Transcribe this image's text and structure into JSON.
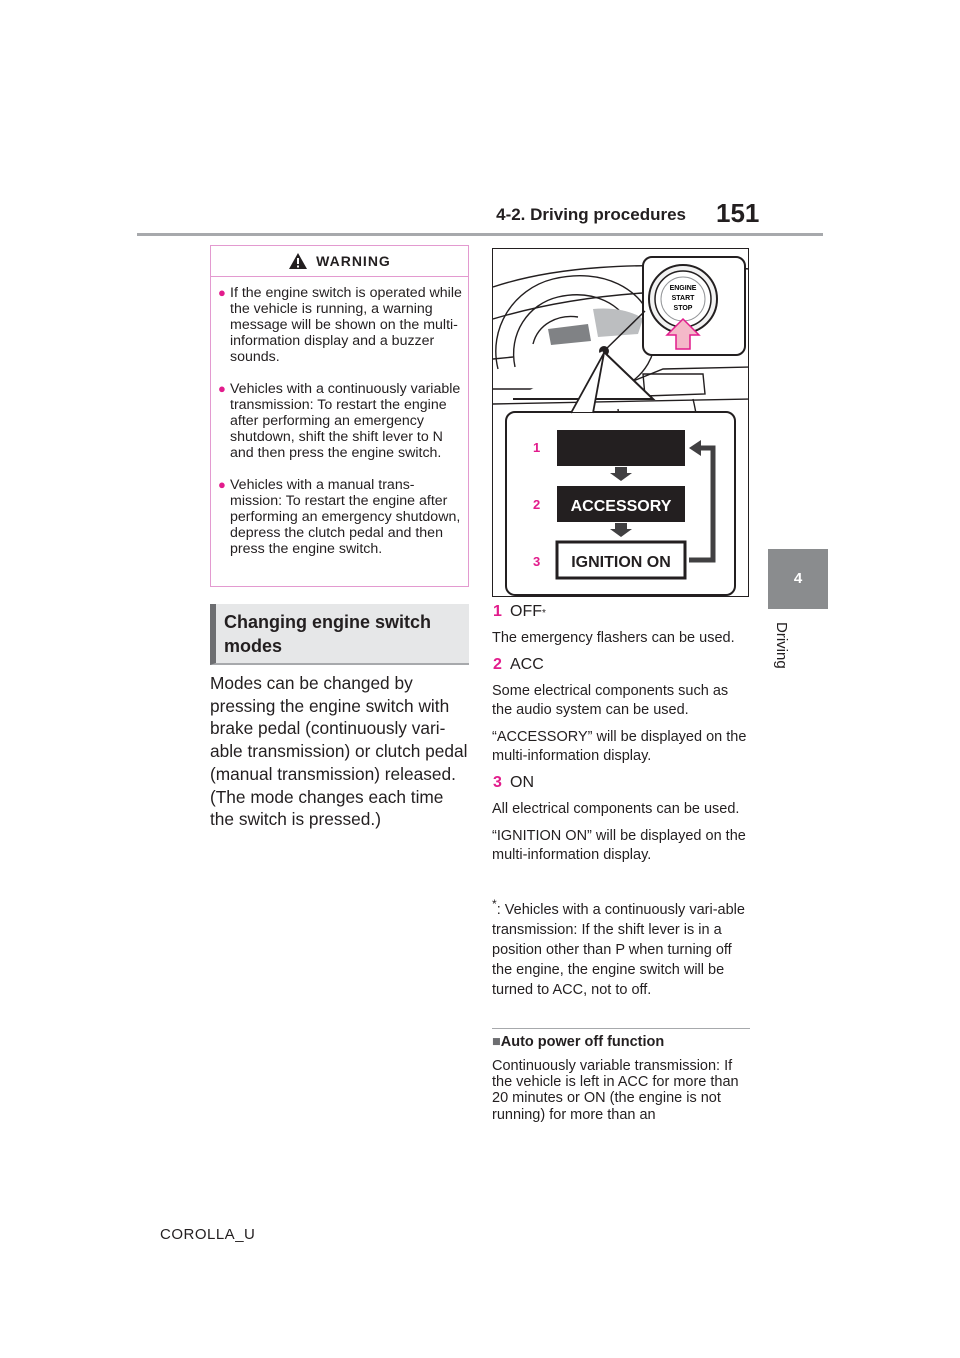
{
  "header": {
    "section": "4-2. Driving procedures",
    "page_number": "151"
  },
  "side_tab": {
    "chapter_number": "4",
    "chapter_label": "Driving"
  },
  "warning": {
    "label": "WARNING",
    "items": [
      "If the engine switch is operated while the vehicle is running, a warning message will be shown on the multi-information display and a buzzer sounds.",
      "Vehicles with a continuously variable transmission: To restart the engine after performing an emergency shutdown, shift the shift lever to N and then press the engine switch.",
      "Vehicles with a manual trans-mission: To restart the engine after performing an emergency shutdown, depress the clutch pedal and then press the engine switch."
    ]
  },
  "section_heading": "Changing engine switch modes",
  "body_text": "Modes can be changed by pressing the engine switch with brake pedal (continuously vari-able transmission) or clutch pedal (manual transmission) released. (The mode changes each time the switch is pressed.)",
  "figure": {
    "switch_lines": [
      "ENGINE",
      "START",
      "STOP"
    ],
    "steps": [
      {
        "num": "1",
        "label": ""
      },
      {
        "num": "2",
        "label": "ACCESSORY"
      },
      {
        "num": "3",
        "label": "IGNITION ON"
      }
    ]
  },
  "modes": [
    {
      "num": "1",
      "title": "OFF",
      "sup": "*",
      "desc": [
        "The emergency flashers can be used."
      ]
    },
    {
      "num": "2",
      "title": "ACC",
      "sup": "",
      "desc": [
        "Some electrical components such as the audio system can be used.",
        "“ACCESSORY” will be displayed on the multi-information display."
      ]
    },
    {
      "num": "3",
      "title": "ON",
      "sup": "",
      "desc": [
        "All electrical components can be used.",
        "“IGNITION ON” will be displayed on the multi-information display."
      ]
    }
  ],
  "footnote": {
    "mark": "*",
    "text": ": Vehicles with a continuously vari-able transmission: If the shift lever is in a position other than P when turning off the engine, the engine switch will be turned to ACC, not to off."
  },
  "subsection": {
    "marker": "■",
    "title": "Auto power off function",
    "body": "Continuously variable transmission: If the vehicle is left in ACC for more than 20 minutes or ON (the engine is not running) for more than an"
  },
  "footer": "COROLLA_U",
  "colors": {
    "accent": "#e21c8c",
    "warning_border": "#e39ad0",
    "tab_gray": "#8a8c8e"
  }
}
